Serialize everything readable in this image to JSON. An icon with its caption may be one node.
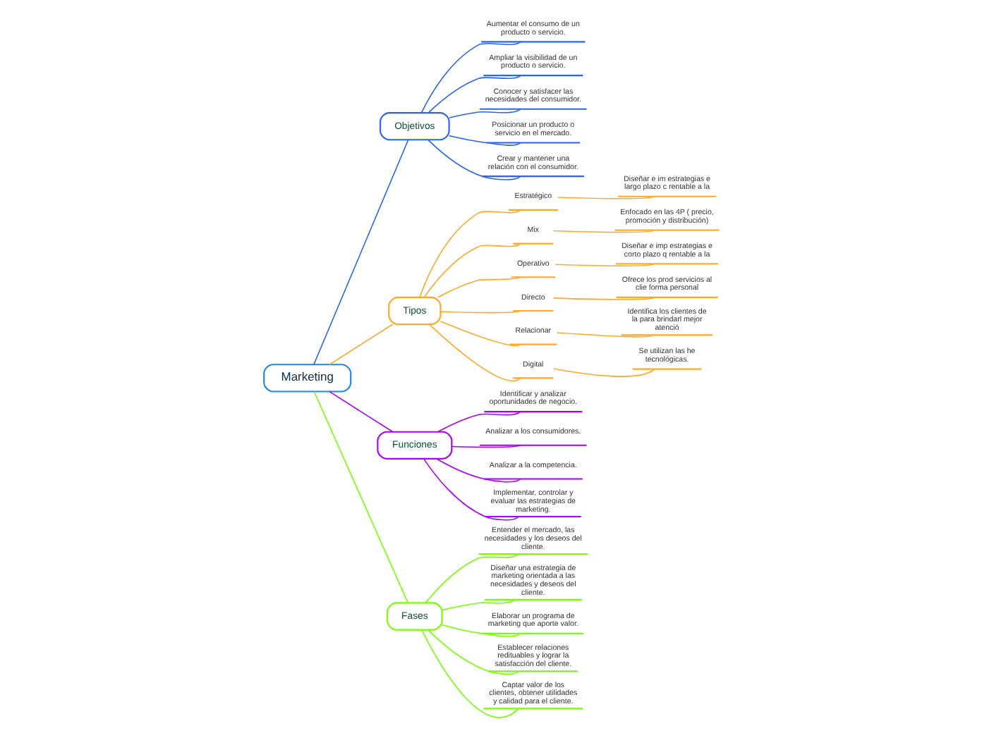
{
  "diagram": {
    "nodes": [
      {
        "text": [
          "Marketing"
        ]
      },
      {
        "text": [
          "Objetivos"
        ]
      },
      {
        "text": [
          "Aumentar el consumo de un producto o servicio."
        ]
      },
      {
        "text": [
          "Ampliar la visibilidad de un producto o servicio."
        ]
      },
      {
        "text": [
          "Conocer y satisfacer las necesidades del consumidor."
        ]
      },
      {
        "text": [
          "Posicionar un producto o servicio en el mercado."
        ]
      },
      {
        "text": [
          "Crear y mantener una relación con el consumidor."
        ]
      },
      {
        "text": [
          "Tipos"
        ]
      },
      {
        "text": [
          "Estratégico"
        ]
      },
      {
        "text": [
          "Diseñar e im estrategias e largo plazo c rentable a la"
        ]
      },
      {
        "text": [
          "Mix"
        ]
      },
      {
        "text": [
          "Enfocado en las 4P ( precio, promoción y distribución)"
        ]
      },
      {
        "text": [
          "Operativo"
        ]
      },
      {
        "text": [
          "Diseñar e imp estrategias e corto plazo q rentable a la"
        ]
      },
      {
        "text": [
          "Directo"
        ]
      },
      {
        "text": [
          "Ofrece los prod servicios al clie forma personal"
        ]
      },
      {
        "text": [
          "Relacionar"
        ]
      },
      {
        "text": [
          "Identifica los clientes de la para brindarl mejor atenció"
        ]
      },
      {
        "text": [
          "Digital"
        ]
      },
      {
        "text": [
          "Se utilizan las he tecnológicas."
        ]
      },
      {
        "text": [
          "Funciones"
        ]
      },
      {
        "text": [
          "Identificar y analizar oportunidades de negocio."
        ]
      },
      {
        "text": [
          "Analizar a los consumidores."
        ]
      },
      {
        "text": [
          "Analizar a la competencia."
        ]
      },
      {
        "text": [
          "Implementar, controlar y evaluar las estrategias de marketing."
        ]
      },
      {
        "text": [
          "Fases"
        ]
      },
      {
        "text": [
          "Entender el mercado, las necesidades y los deseos del cliente."
        ]
      },
      {
        "text": [
          "Diseñar una estrategia de marketing orientada a las necesidades y deseos del cliente."
        ]
      },
      {
        "text": [
          "Elaborar un programa de marketing que aporte valor."
        ]
      },
      {
        "text": [
          "Establecer relaciones redituables y lograr la satisfacción del cliente."
        ]
      },
      {
        "text": [
          "Captar valor de los clientes, obtener utilidades y calidad para el cliente."
        ]
      }
    ],
    "edges": [
      {
        "from": 0,
        "to": 1,
        "arrow": "none",
        "color": "#2962ff"
      },
      {
        "from": 1,
        "to": 2,
        "arrow": "none",
        "color": "#2962ff"
      },
      {
        "from": 1,
        "to": 3,
        "arrow": "none",
        "color": "#2962ff"
      },
      {
        "from": 1,
        "to": 4,
        "arrow": "none",
        "color": "#2962ff"
      },
      {
        "from": 1,
        "to": 5,
        "arrow": "none",
        "color": "#2962ff"
      },
      {
        "from": 1,
        "to": 6,
        "arrow": "none",
        "color": "#2962ff"
      },
      {
        "from": 0,
        "to": 7,
        "arrow": "none"
      },
      {
        "from": 7,
        "to": 8,
        "arrow": "none"
      },
      {
        "from": 8,
        "to": 9,
        "arrow": "none"
      },
      {
        "from": 7,
        "to": 10,
        "arrow": "none"
      },
      {
        "from": 10,
        "to": 11,
        "arrow": "none"
      },
      {
        "from": 7,
        "to": 12,
        "arrow": "none"
      },
      {
        "from": 12,
        "to": 13,
        "arrow": "none"
      },
      {
        "from": 7,
        "to": 14,
        "arrow": "none"
      },
      {
        "from": 14,
        "to": 15,
        "arrow": "none"
      },
      {
        "from": 7,
        "to": 16,
        "arrow": "none"
      },
      {
        "from": 16,
        "to": 17,
        "arrow": "none"
      },
      {
        "from": 7,
        "to": 18,
        "arrow": "none"
      },
      {
        "from": 18,
        "to": 19,
        "arrow": "none"
      },
      {
        "from": 0,
        "to": 20,
        "arrow": "none",
        "color": "#aa00ff"
      },
      {
        "from": 20,
        "to": 21,
        "arrow": "none",
        "color": "#aa00ff"
      },
      {
        "from": 20,
        "to": 22,
        "arrow": "none",
        "color": "#aa00ff"
      },
      {
        "from": 20,
        "to": 23,
        "arrow": "none",
        "color": "#aa00ff"
      },
      {
        "from": 20,
        "to": 24,
        "arrow": "none",
        "color": "#aa00ff"
      },
      {
        "from": 0,
        "to": 25,
        "arrow": "none",
        "color": "#76ff03"
      },
      {
        "from": 25,
        "to": 26,
        "arrow": "none",
        "color": "#76ff03"
      },
      {
        "from": 25,
        "to": 27,
        "arrow": "none",
        "color": "#76ff03"
      },
      {
        "from": 25,
        "to": 28,
        "arrow": "none",
        "color": "#76ff03"
      },
      {
        "from": 25,
        "to": 29,
        "arrow": "none",
        "color": "#76ff03"
      },
      {
        "from": 25,
        "to": 30,
        "arrow": "none",
        "color": "#76ff03"
      }
    ]
  }
}
